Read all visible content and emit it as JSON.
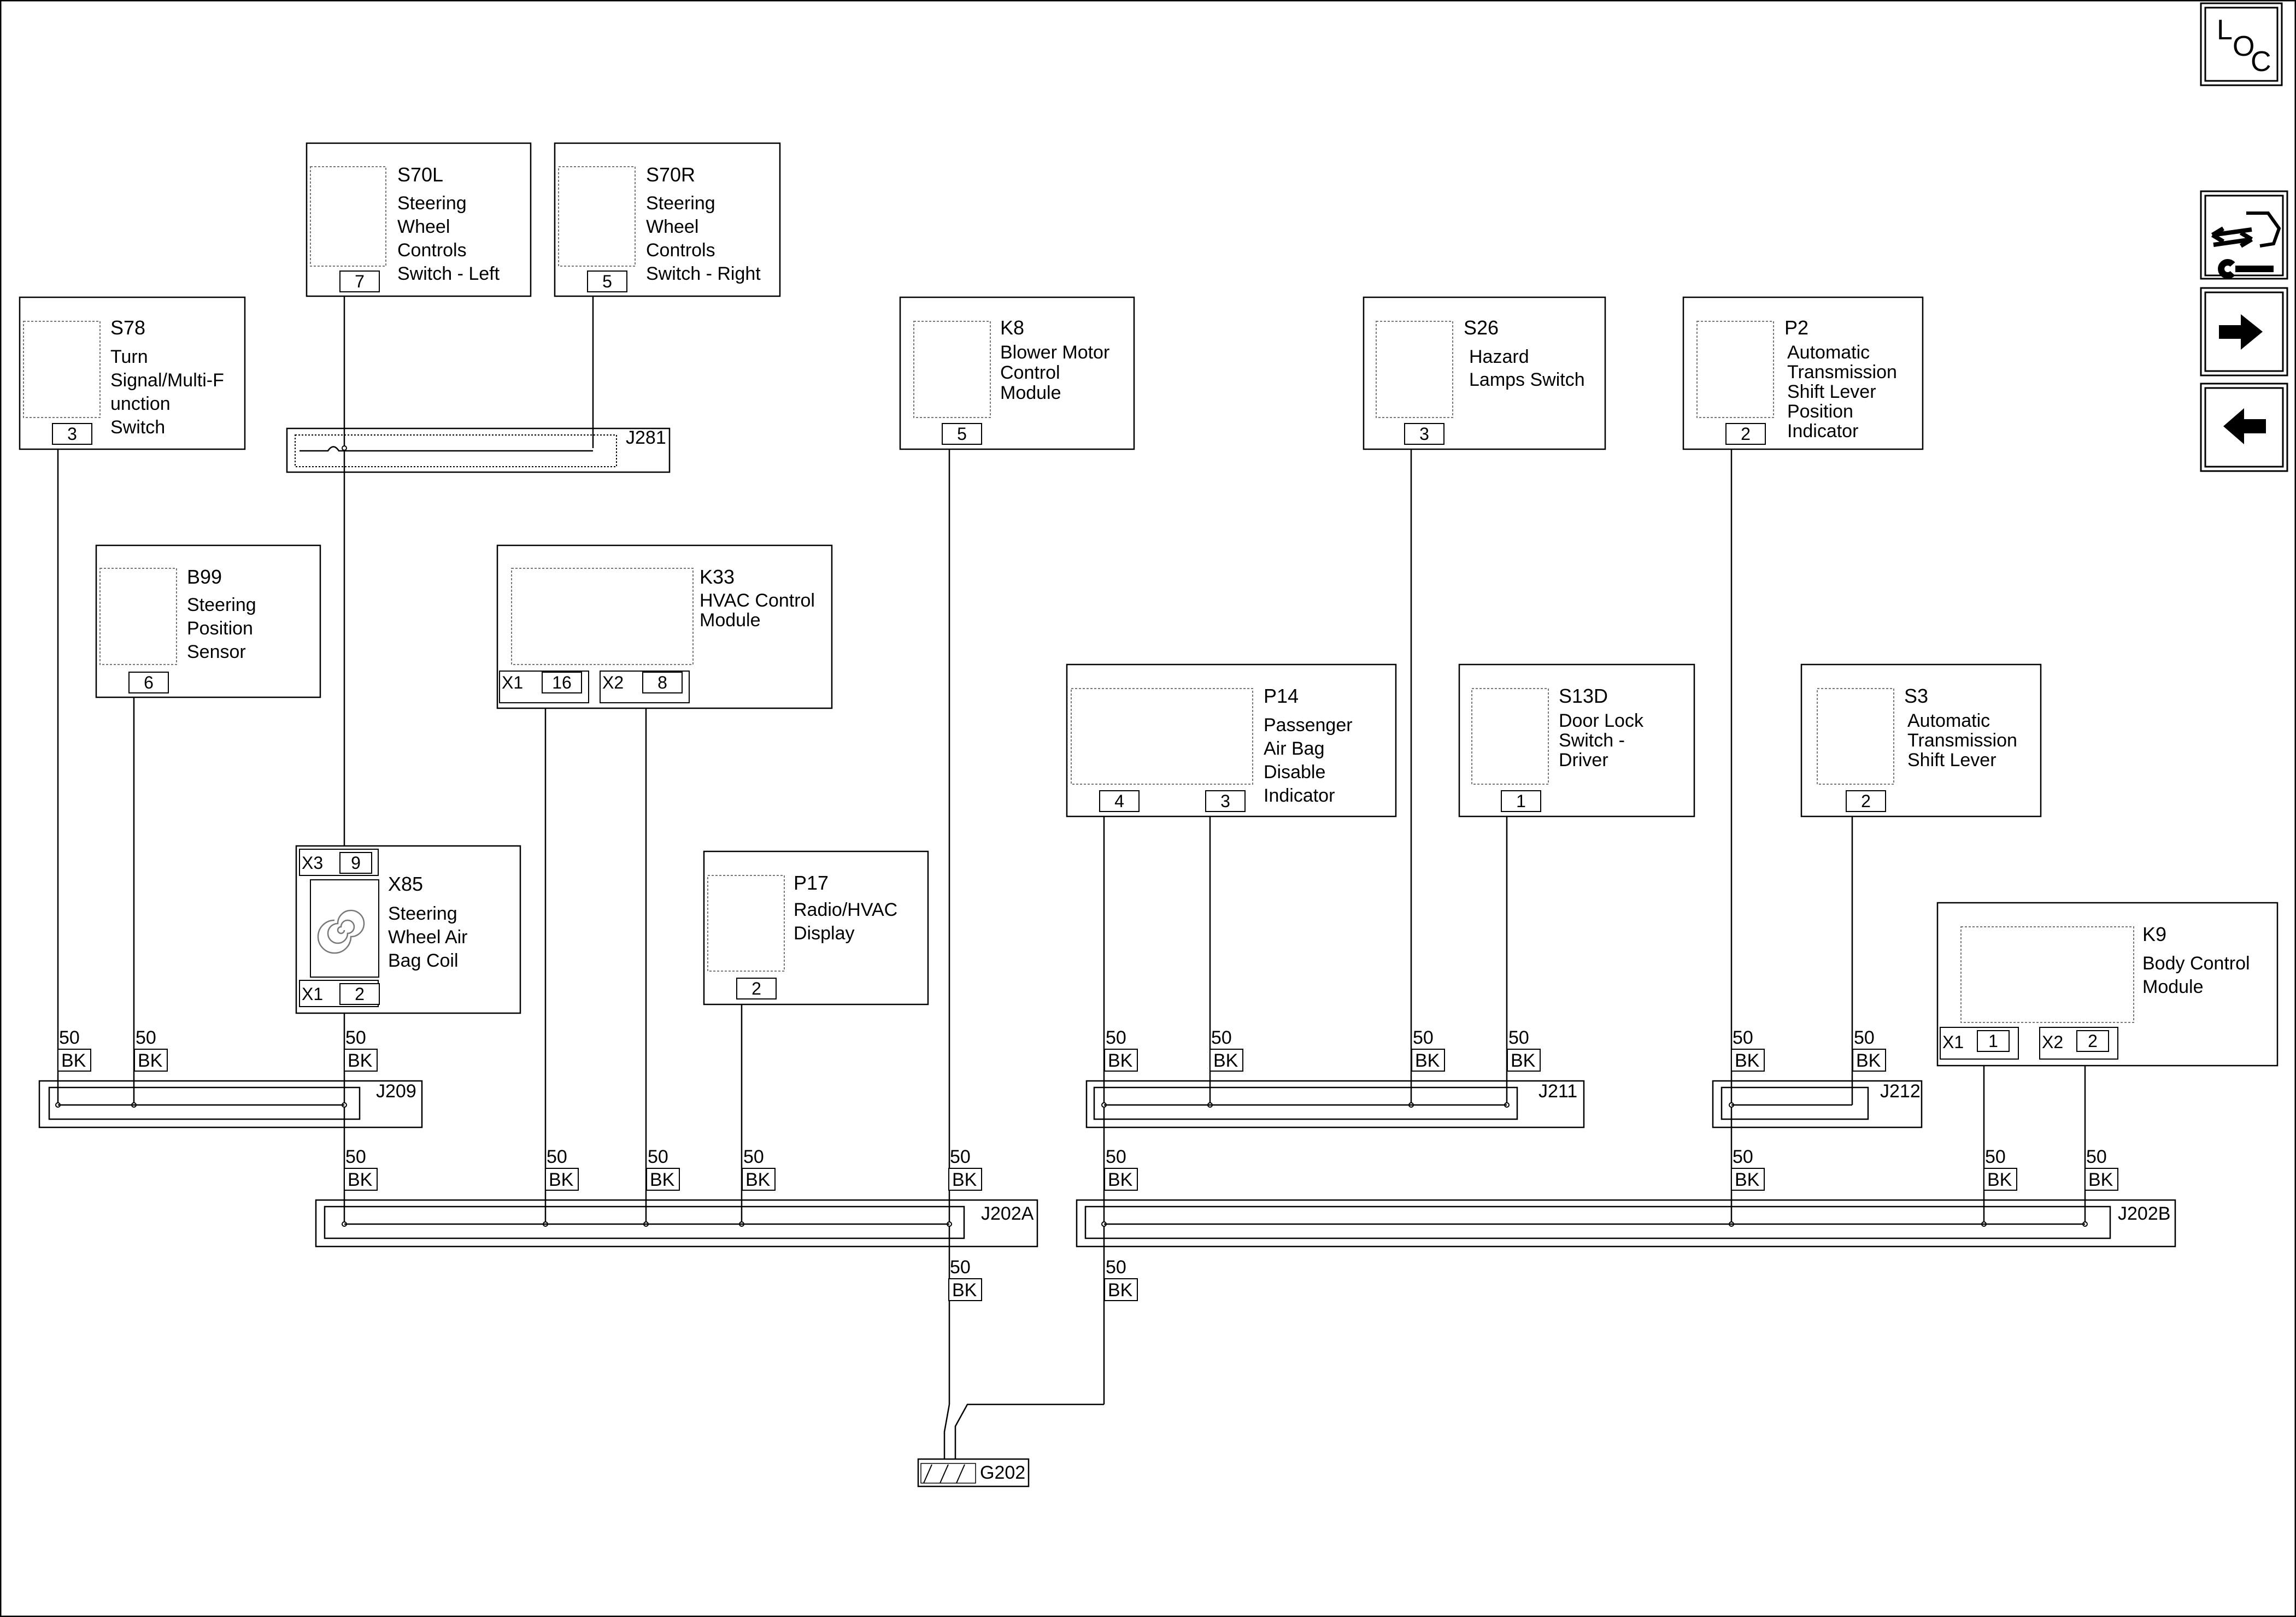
{
  "nav": {
    "loc_l": "L",
    "loc_o": "O",
    "loc_c": "C"
  },
  "components": {
    "s70l": {
      "code": "S70L",
      "name": [
        "Steering",
        "Wheel",
        "Controls",
        "Switch - Left"
      ],
      "pin": "7"
    },
    "s70r": {
      "code": "S70R",
      "name": [
        "Steering",
        "Wheel",
        "Controls",
        "Switch - Right"
      ],
      "pin": "5"
    },
    "s78": {
      "code": "S78",
      "name": [
        "Turn",
        "Signal/Multi-F",
        "unction",
        "Switch"
      ],
      "pin": "3"
    },
    "k8": {
      "code": "K8",
      "name": [
        "Blower Motor",
        "Control",
        "Module"
      ],
      "pin": "5"
    },
    "s26": {
      "code": "S26",
      "name": [
        "Hazard",
        "Lamps Switch"
      ],
      "pin": "3"
    },
    "p2": {
      "code": "P2",
      "name": [
        "Automatic",
        "Transmission",
        "Shift Lever",
        "Position",
        "Indicator"
      ],
      "pin": "2"
    },
    "b99": {
      "code": "B99",
      "name": [
        "Steering",
        "Position",
        "Sensor"
      ],
      "pin": "6"
    },
    "k33": {
      "code": "K33",
      "name": [
        "HVAC Control",
        "Module"
      ],
      "conn1": "X1",
      "pin1": "16",
      "conn2": "X2",
      "pin2": "8"
    },
    "p14": {
      "code": "P14",
      "name": [
        "Passenger",
        "Air Bag",
        "Disable",
        "Indicator"
      ],
      "pin1": "4",
      "pin2": "3"
    },
    "s13d": {
      "code": "S13D",
      "name": [
        "Door Lock",
        "Switch -",
        "Driver"
      ],
      "pin": "1"
    },
    "s3": {
      "code": "S3",
      "name": [
        "Automatic",
        "Transmission",
        "Shift Lever"
      ],
      "pin": "2"
    },
    "x85": {
      "code": "X85",
      "name": [
        "Steering",
        "Wheel Air",
        "Bag Coil"
      ],
      "conn_top": "X3",
      "pin_top": "9",
      "conn_bot": "X1",
      "pin_bot": "2"
    },
    "p17": {
      "code": "P17",
      "name": [
        "Radio/HVAC",
        "Display"
      ],
      "pin": "2"
    },
    "k9": {
      "code": "K9",
      "name": [
        "Body Control",
        "Module"
      ],
      "conn1": "X1",
      "pin1": "1",
      "conn2": "X2",
      "pin2": "2"
    }
  },
  "junctions": {
    "j281": "J281",
    "j209": "J209",
    "j211": "J211",
    "j212": "J212",
    "j202a": "J202A",
    "j202b": "J202B"
  },
  "ground": "G202",
  "wire_gauge": "50",
  "wire_color": "BK"
}
